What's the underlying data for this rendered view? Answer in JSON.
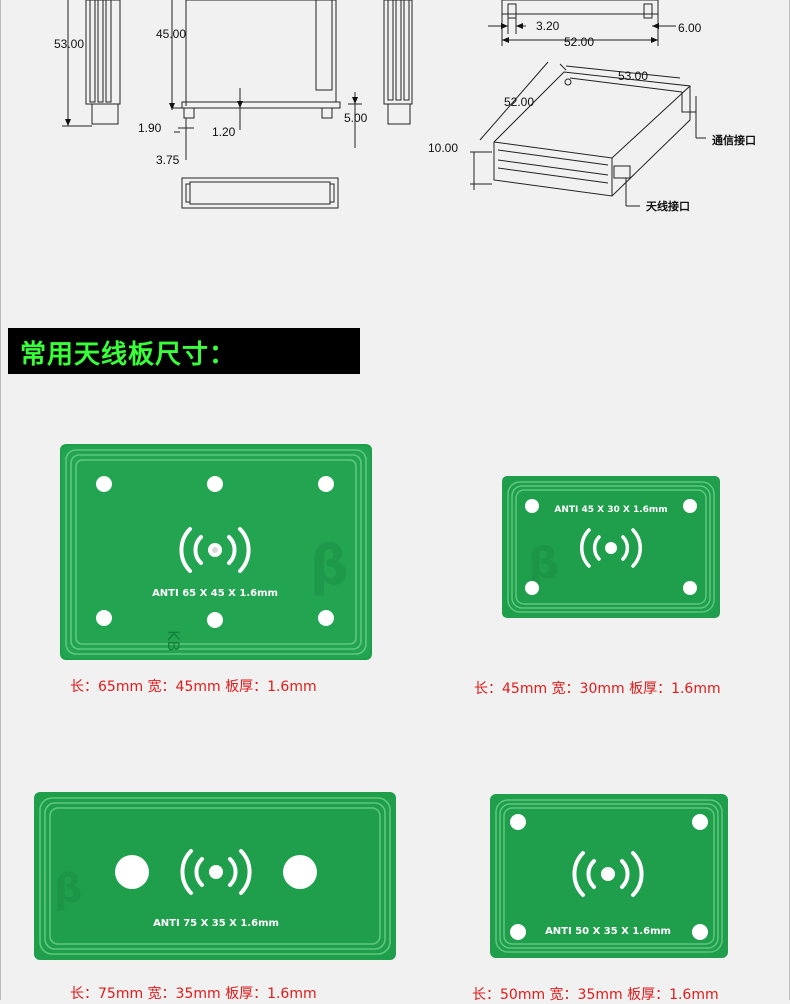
{
  "drawing": {
    "dims": {
      "d53_00_left": "53.00",
      "d45_00": "45.00",
      "d1_90": "1.90",
      "d1_20": "1.20",
      "d3_75": "3.75",
      "d5_00": "5.00",
      "d3_20": "3.20",
      "d6_00": "6.00",
      "d52_00_top": "52.00",
      "d53_00_iso": "53.00",
      "d52_00_iso": "52.00",
      "d10_00": "10.00"
    },
    "labels": {
      "comm_port": "通信接口",
      "antenna_port": "天线接口"
    }
  },
  "section": {
    "heading": "常用天线板尺寸："
  },
  "boards": [
    {
      "silk": "ANTI 65 X 45 X 1.6mm",
      "caption": "长：65mm  宽：45mm  板厚：1.6mm",
      "mark": "KB"
    },
    {
      "silk": "ANTI 45 X 30 X 1.6mm",
      "caption": "长：45mm  宽：30mm  板厚：1.6mm"
    },
    {
      "silk": "ANTI 75 X 35 X 1.6mm",
      "caption": "长：75mm  宽：35mm  板厚：1.6mm"
    },
    {
      "silk": "ANTI 50 X 35 X 1.6mm",
      "caption": "长：50mm  宽：35mm  板厚：1.6mm"
    }
  ],
  "colors": {
    "pcb_green": "#1f9e4c",
    "pcb_dark": "#15803a",
    "caption_red": "#e11b1b",
    "heading_green": "#38ff3a"
  }
}
